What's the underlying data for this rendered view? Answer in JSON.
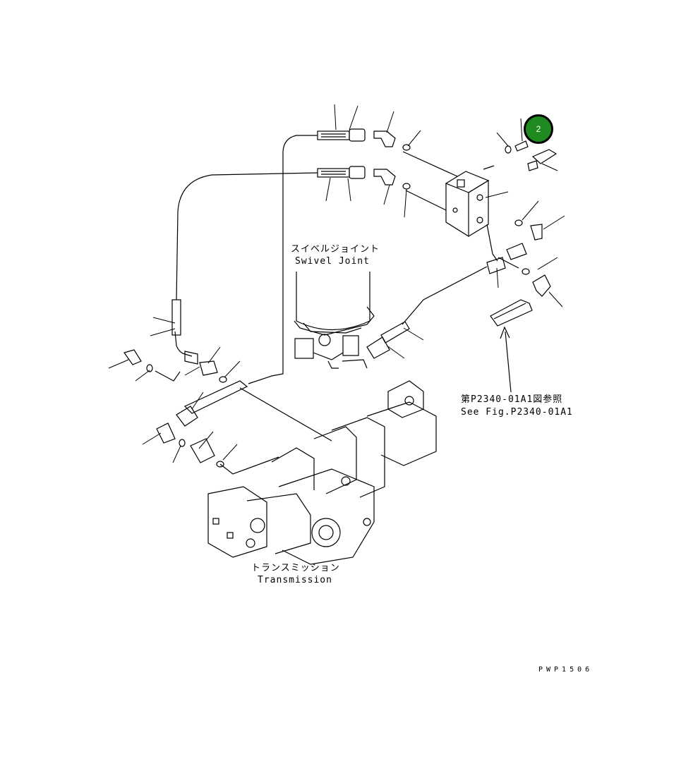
{
  "labels": {
    "swivel_joint_jp": "スイベルジョイント",
    "swivel_joint_en": "Swivel Joint",
    "transmission_jp": "トランスミッション",
    "transmission_en": "Transmission",
    "see_fig_jp": "第P2340-01A1図参照",
    "see_fig_en": "See Fig.P2340-01A1",
    "drawing_code": "PWP1506"
  },
  "callout": {
    "number": "2",
    "color": "#1f8a1f"
  }
}
